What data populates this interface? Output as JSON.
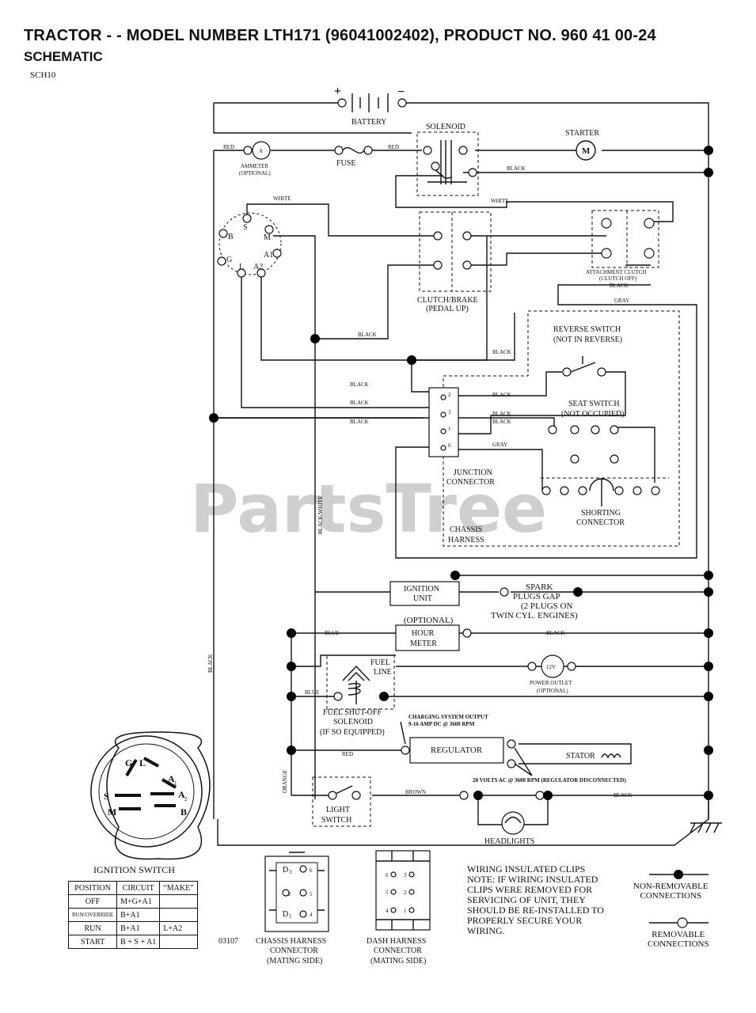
{
  "header": {
    "title": "TRACTOR - - MODEL NUMBER LTH171 (96041002402), PRODUCT NO. 960 41 00-24",
    "subtitle": "SCHEMATIC",
    "code": "SCH10"
  },
  "watermark": "PartsTree",
  "components": {
    "battery": "BATTERY",
    "battery_pos": "+",
    "battery_neg": "−",
    "solenoid": "SOLENOID",
    "starter": "STARTER",
    "starter_symbol": "M",
    "ammeter_symbol": "A",
    "ammeter_1": "AMMETER",
    "ammeter_2": "(OPTIONAL)",
    "fuse": "FUSE",
    "clutch_brake_1": "CLUTCH/BRAKE",
    "clutch_brake_2": "(PEDAL UP)",
    "attachment_clutch_1": "ATTACHMENT CLUTCH",
    "attachment_clutch_2": "(CLUTCH OFF)",
    "reverse_switch_1": "REVERSE SWITCH",
    "reverse_switch_2": "(NOT IN REVERSE)",
    "seat_switch_1": "SEAT SWITCH",
    "seat_switch_2": "(NOT OCCUPIED)",
    "junction_1": "JUNCTION",
    "junction_2": "CONNECTOR",
    "shorting_1": "SHORTING",
    "shorting_2": "CONNECTOR",
    "chassis_1": "CHASSIS",
    "chassis_2": "HARNESS",
    "ignition_unit_1": "IGNITION",
    "ignition_unit_2": "UNIT",
    "spark_1": "SPARK",
    "spark_2": "PLUGS GAP",
    "spark_3": "(2 PLUGS ON",
    "spark_4": "TWIN CYL. ENGINES)",
    "hour_meter_opt": "(OPTIONAL)",
    "hour_meter_1": "HOUR",
    "hour_meter_2": "METER",
    "fuel_line_1": "FUEL",
    "fuel_line_2": "LINE",
    "power_outlet_symbol": "12V",
    "power_outlet_1": "POWER OUTLET",
    "power_outlet_2": "(OPTIONAL)",
    "fuel_solenoid_1": "FUEL SHUT-OFF",
    "fuel_solenoid_2": "SOLENOID",
    "fuel_solenoid_3": "(IF SO EQUIPPED)",
    "charging_1": "CHARGING SYSTEM OUTPUT",
    "charging_2": "9-16 AMP DC @ 3600 RPM",
    "regulator": "REGULATOR",
    "stator": "STATOR",
    "ac_output": "28 VOLTS AC @ 3600 RPM (REGULATOR DISCONNECTED)",
    "light_switch_1": "LIGHT",
    "light_switch_2": "SWITCH",
    "headlights": "HEADLIGHTS"
  },
  "wire_labels": {
    "red": "RED",
    "white": "WHITE",
    "black": "BLACK",
    "gray": "GRAY",
    "blue": "BLUE",
    "orange": "ORANGE",
    "brown": "BROWN",
    "black_white": "BLACK/WHITE"
  },
  "ignition_terminals": [
    "B",
    "S",
    "M",
    "A1",
    "A2",
    "L",
    "G"
  ],
  "ignition_switch_face": {
    "g": "G",
    "l": "L",
    "a1": "A",
    "a1_sub": "1",
    "a2": "A",
    "a2_sub": "2",
    "s": "S",
    "b": "B",
    "m": "M"
  },
  "junction_pins": [
    "2",
    "3",
    "1",
    "6"
  ],
  "ignition_table": {
    "title": "IGNITION SWITCH",
    "headers": [
      "POSITION",
      "CIRCUIT",
      "“MAKE”"
    ],
    "rows": [
      {
        "position": "OFF",
        "circuit": "M+G+A1",
        "extra": ""
      },
      {
        "position": "RUN/OVERRIDE",
        "circuit": "B+A1",
        "extra": ""
      },
      {
        "position": "RUN",
        "circuit": "B+A1",
        "extra": "L+A2"
      },
      {
        "position": "START",
        "circuit": "B + S + A1",
        "extra": ""
      }
    ]
  },
  "figure_number": "03107",
  "connectors": {
    "chassis_1": "CHASSIS HARNESS",
    "chassis_2": "CONNECTOR",
    "chassis_3": "(MATING SIDE)",
    "dash_1": "DASH HARNESS",
    "dash_2": "CONNECTOR",
    "dash_3": "(MATING SIDE)",
    "chassis_pins": [
      {
        "d": "D",
        "sub": "3",
        "n": "6"
      },
      {
        "d": "",
        "sub": "",
        "n": "2"
      },
      {
        "d": "",
        "sub": "",
        "n": "5"
      },
      {
        "d": "D",
        "sub": "1",
        "n": "4"
      }
    ],
    "dash_pins": [
      "6",
      "3",
      "5",
      "2",
      "4",
      "1"
    ]
  },
  "notes": {
    "heading": "WIRING INSULATED CLIPS",
    "lines": [
      "NOTE: IF WIRING INSULATED",
      "CLIPS WERE REMOVED FOR",
      "SERVICING OF UNIT, THEY",
      "SHOULD BE RE-INSTALLED TO",
      "PROPERLY SECURE YOUR",
      "WIRING."
    ]
  },
  "legend": {
    "nonremovable_1": "NON-REMOVABLE",
    "nonremovable_2": "CONNECTIONS",
    "removable_1": "REMOVABLE",
    "removable_2": "CONNECTIONS"
  }
}
